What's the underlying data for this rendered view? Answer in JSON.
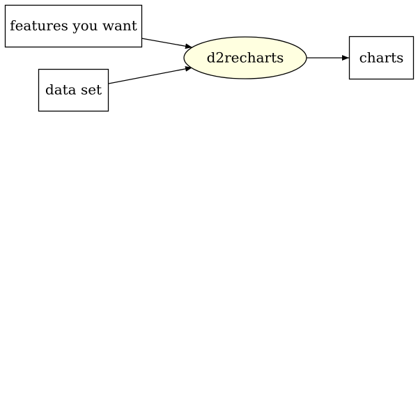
{
  "diagram": {
    "type": "flowchart",
    "colors": {
      "background": "#ffffff",
      "stroke": "#000000",
      "text": "#000000",
      "ellipse_fill": "#ffffe0"
    },
    "nodes": {
      "features": {
        "label": "features you want",
        "shape": "box"
      },
      "dataset": {
        "label": "data set",
        "shape": "box"
      },
      "d2recharts": {
        "label": "d2recharts",
        "shape": "ellipse"
      },
      "charts": {
        "label": "charts",
        "shape": "box"
      }
    },
    "edges": [
      {
        "from": "features",
        "to": "d2recharts"
      },
      {
        "from": "dataset",
        "to": "d2recharts"
      },
      {
        "from": "d2recharts",
        "to": "charts"
      }
    ]
  }
}
